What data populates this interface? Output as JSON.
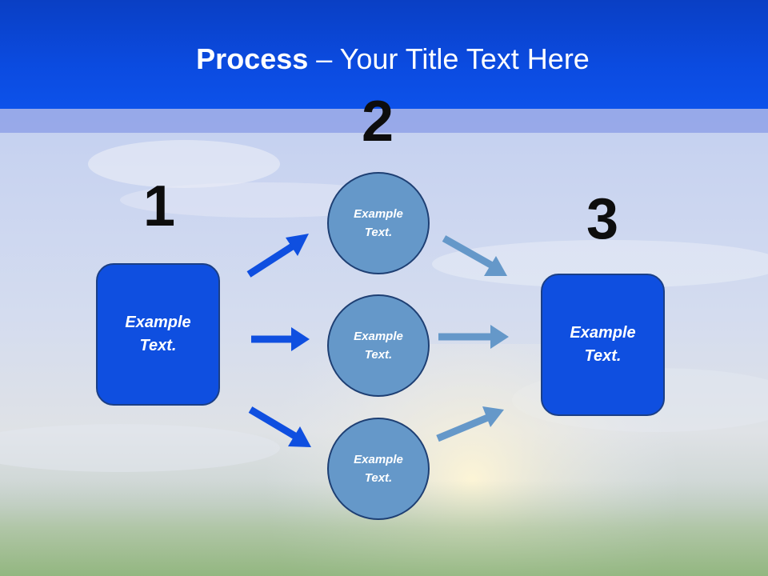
{
  "title": {
    "strong": "Process",
    "rest": " – Your Title Text Here"
  },
  "steps": [
    "1",
    "2",
    "3"
  ],
  "left_box": {
    "text": "Example\nText."
  },
  "circles": [
    {
      "text": "Example\nText."
    },
    {
      "text": "Example\nText."
    },
    {
      "text": "Example\nText."
    }
  ],
  "right_box": {
    "text": "Example\nText."
  },
  "colors": {
    "header": "#0b4be0",
    "box_fill": "#0f4fe0",
    "circle_fill": "#6598c9",
    "arrow_left": "#0f4fe0",
    "arrow_right": "#6598c9"
  }
}
